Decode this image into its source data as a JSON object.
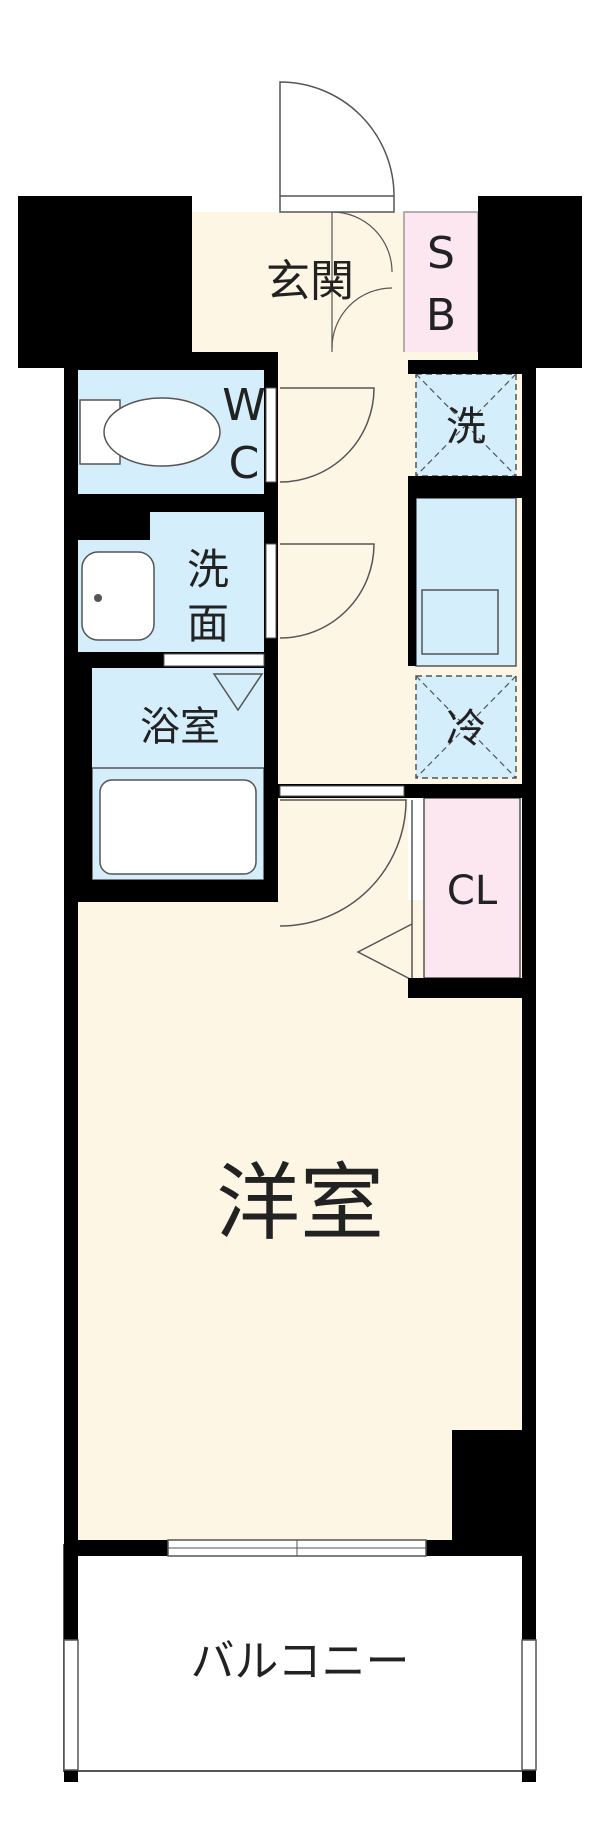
{
  "rooms": {
    "entrance": "玄関",
    "sb_s": "S",
    "sb_b": "B",
    "wc_w": "W",
    "wc_c": "C",
    "washroom_1": "洗",
    "washroom_2": "面",
    "bathroom": "浴室",
    "washer": "洗",
    "fridge": "冷",
    "closet": "CL",
    "western_room": "洋室",
    "balcony": "バルコニー"
  },
  "colors": {
    "wall": "#000000",
    "floor": "#fdf6e4",
    "wet_area": "#d4eefb",
    "storage": "#fce6ef",
    "outline": "#555555"
  }
}
